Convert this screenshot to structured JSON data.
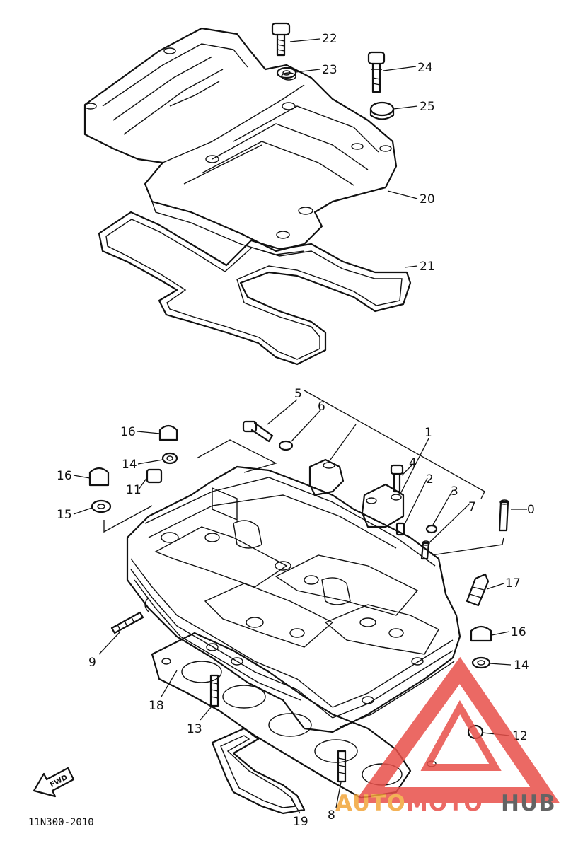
{
  "labels": {
    "c22": "22",
    "c23": "23",
    "c24": "24",
    "c25": "25",
    "c20": "20",
    "c21": "21",
    "c5": "5",
    "c6": "6",
    "c1": "1",
    "c4": "4",
    "c2": "2",
    "c3": "3",
    "c7": "7",
    "c0": "0",
    "c16a": "16",
    "c14a": "14",
    "c16b": "16",
    "c11": "11",
    "c15": "15",
    "c17": "17",
    "c16c": "16",
    "c14b": "14",
    "c12": "12",
    "c9": "9",
    "c18": "18",
    "c13": "13",
    "c8": "8",
    "c19": "19"
  },
  "drawing_code": "11N300-2010",
  "fwd_label": "FWD",
  "watermark": {
    "auto": "AUTO",
    "moto": "MOTO",
    "hub": "HUB",
    "colors": {
      "red": "#e8504a",
      "orange": "#f2a53a",
      "gray": "#4a4a4a"
    }
  }
}
